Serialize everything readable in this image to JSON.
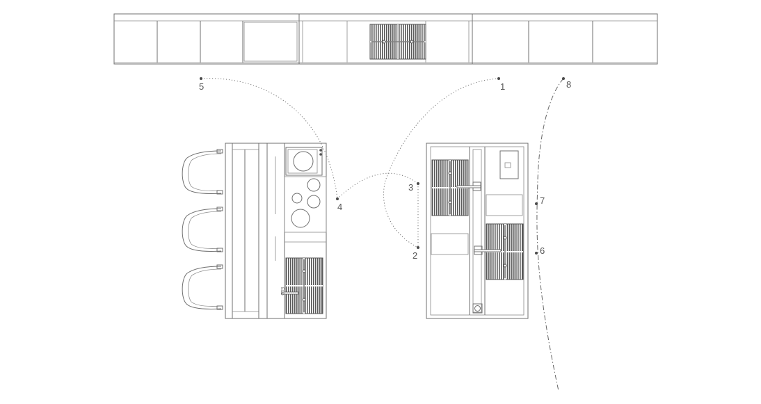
{
  "waypoints": [
    {
      "label": "1"
    },
    {
      "label": "2"
    },
    {
      "label": "3"
    },
    {
      "label": "4"
    },
    {
      "label": "5"
    },
    {
      "label": "6"
    },
    {
      "label": "7"
    },
    {
      "label": "8"
    }
  ],
  "small_text": {
    "sink_mark": "ELD"
  },
  "colors": {
    "line": "#6f6f6f",
    "grill": "#5a5a5a",
    "background": "#ffffff"
  }
}
